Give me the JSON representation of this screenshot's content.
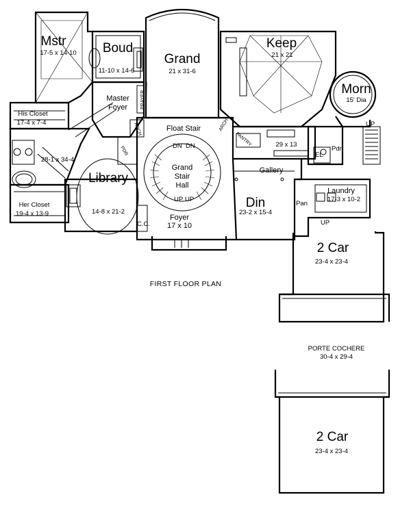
{
  "title": "FIRST FLOOR PLAN",
  "rooms": {
    "mstr": {
      "name": "Mstr",
      "dim": "17-5 x 14-10"
    },
    "boud": {
      "name": "Boud",
      "dim": "11-10 x 14-6"
    },
    "grand": {
      "name": "Grand",
      "dim": "21 x 31-6"
    },
    "keep": {
      "name": "Keep",
      "dim": "21 x 21"
    },
    "morn": {
      "name": "Morn",
      "dim": "15' Dia"
    },
    "master_foyer": {
      "line1": "Master",
      "line2": "Foyer"
    },
    "his_closet": {
      "name": "His Closet",
      "dim": "17-4 x 7-4"
    },
    "bath": {
      "dim": "28-1 x 34-4"
    },
    "her_closet": {
      "name": "Her Closet",
      "dim": "19-4 x 13-9"
    },
    "library": {
      "name": "Library",
      "dim": "14-8 x 21-2"
    },
    "float_stair": {
      "name": "Float Stair"
    },
    "grand_stair": {
      "line1": "Grand",
      "line2": "Stair",
      "line3": "Hall"
    },
    "din": {
      "name": "Din",
      "dim": "23-2 x 15-4"
    },
    "foyer": {
      "name": "Foyer",
      "dim": "17 x 10"
    },
    "gallery": {
      "name": "Gallery"
    },
    "laundry": {
      "name": "Laundry",
      "dim": "17-3 x 10-2"
    },
    "kitchen_dim": {
      "dim": "29 x 13"
    },
    "garage_1": {
      "name": "2 Car",
      "dim": "23-4 x 23-4"
    },
    "porte_cochere": {
      "name": "PORTE COCHERE",
      "dim": "30-4 x 29-4"
    },
    "garage_2": {
      "name": "2 Car",
      "dim": "23-4 x 23-4"
    }
  },
  "small_labels": {
    "prayer": "PRAYER",
    "arch_left": "ARCH",
    "arch_right": "ARCH",
    "pantry": "PANTRY",
    "pdr_left": "PDR",
    "pdr_right": "Pdr",
    "el": "EL",
    "pan": "Pan",
    "cc": "C.C.",
    "dn_left": "DN",
    "dn_right": "DN",
    "up_left": "UP",
    "up_right": "UP",
    "up_morn": "UP",
    "up_laundry": "UP"
  }
}
